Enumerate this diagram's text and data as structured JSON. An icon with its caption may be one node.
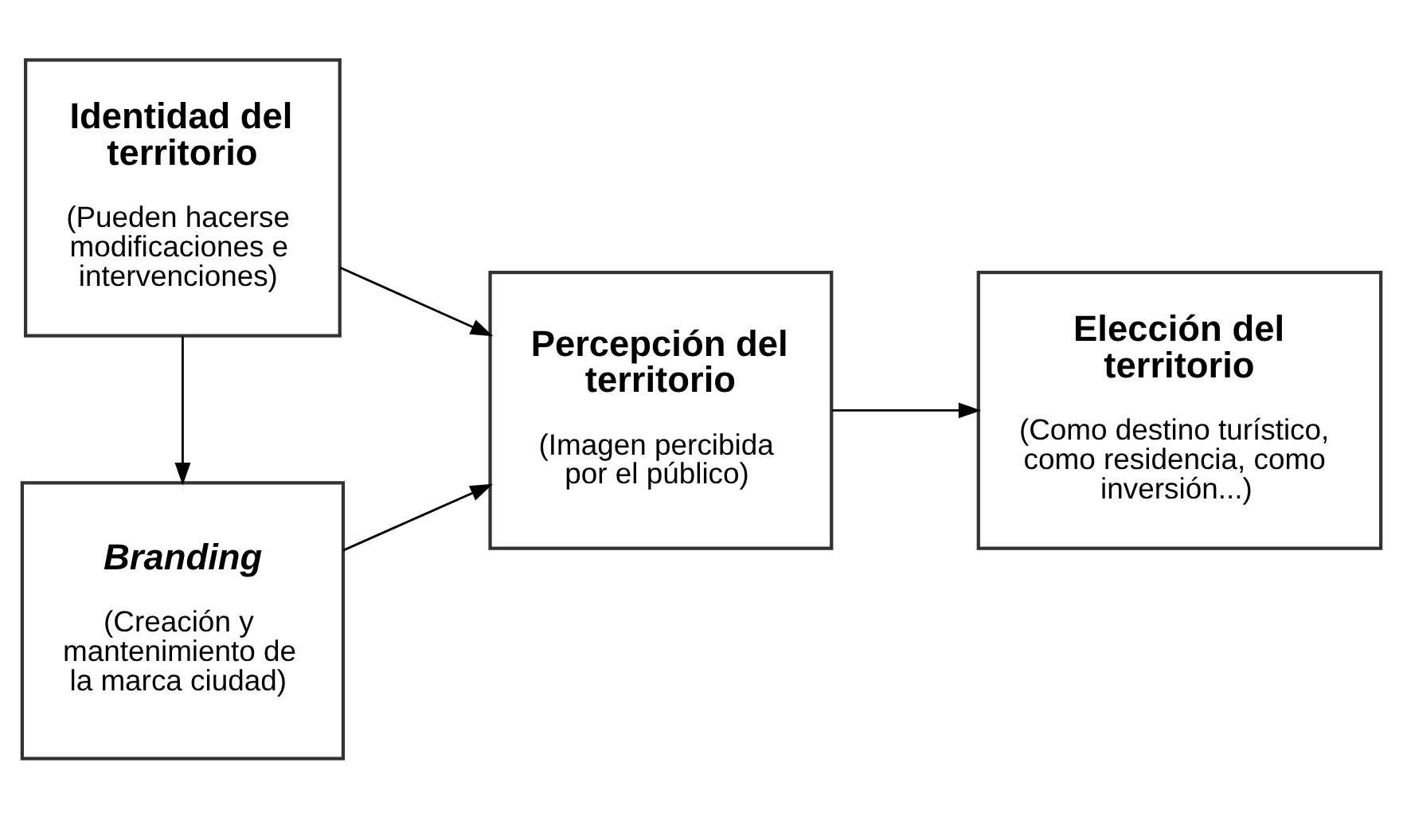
{
  "diagram": {
    "nodes": [
      {
        "text": [
          "Identidad del territorio",
          "(Pueden hacerse modificaciones e intervenciones)"
        ]
      },
      {
        "text": [
          "Branding",
          "(Creación y mantenimiento de la marca ciudad)"
        ]
      },
      {
        "text": [
          "Percepción del territorio",
          "(Imagen percibida por el público)"
        ]
      },
      {
        "text": [
          "Elección del territorio",
          "(Como destino turístico, como residencia, como inversión...)"
        ]
      }
    ],
    "edges": [
      {
        "from": 0,
        "to": 2,
        "arrow": "to"
      },
      {
        "from": 0,
        "to": 1,
        "arrow": "to"
      },
      {
        "from": 1,
        "to": 2,
        "arrow": "to"
      },
      {
        "from": 2,
        "to": 3,
        "arrow": "to"
      }
    ]
  }
}
